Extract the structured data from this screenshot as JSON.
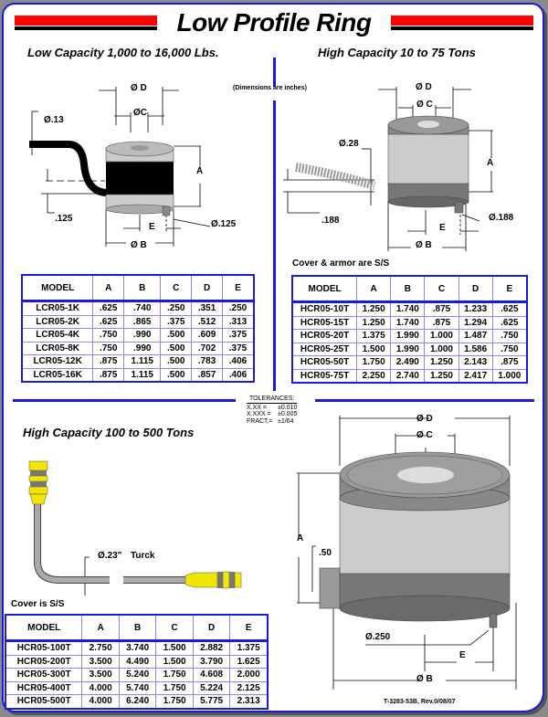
{
  "page": {
    "title": "Low Profile Ring",
    "doc_number": "T-3283-53B, Rev.0/08/07",
    "units_note": "(Dimensions are inches)"
  },
  "tolerances": {
    "heading": "TOLERANCES:",
    "rows": [
      {
        "key": "X.XX =",
        "value": "±0.010"
      },
      {
        "key": "X.XXX =",
        "value": "±0.005"
      },
      {
        "key": "FRACT.=",
        "value": "±1/64"
      }
    ]
  },
  "low_capacity": {
    "title": "Low Capacity 1,000 to 16,000 Lbs.",
    "labels": {
      "d": "Ø D",
      "c": "ØC",
      "cable": "Ø.13",
      "a": "A",
      "offset": ".125",
      "e": "E",
      "pin": "Ø.125",
      "b": "Ø B"
    },
    "colors": {
      "body": "#000000",
      "base": "#cccccc",
      "cap": "#b5b5b5"
    },
    "table": {
      "headers": [
        "MODEL",
        "A",
        "B",
        "C",
        "D",
        "E"
      ],
      "rows": [
        [
          "LCR05-1K",
          ".625",
          ".740",
          ".250",
          ".351",
          ".250"
        ],
        [
          "LCR05-2K",
          ".625",
          ".865",
          ".375",
          ".512",
          ".313"
        ],
        [
          "LCR05-4K",
          ".750",
          ".990",
          ".500",
          ".609",
          ".375"
        ],
        [
          "LCR05-8K",
          ".750",
          ".990",
          ".500",
          ".702",
          ".375"
        ],
        [
          "LCR05-12K",
          ".875",
          "1.115",
          ".500",
          ".783",
          ".406"
        ],
        [
          "LCR05-16K",
          ".875",
          "1.115",
          ".500",
          ".857",
          ".406"
        ]
      ]
    }
  },
  "high_capacity_small": {
    "title": "High Capacity 10 to 75 Tons",
    "labels": {
      "d": "Ø D",
      "c": "Ø C",
      "cable": "Ø.28",
      "a": "A",
      "offset": ".188",
      "e": "E",
      "pin": "Ø.188",
      "b": "Ø B"
    },
    "note": "Cover & armor are S/S",
    "table": {
      "headers": [
        "MODEL",
        "A",
        "B",
        "C",
        "D",
        "E"
      ],
      "rows": [
        [
          "HCR05-10T",
          "1.250",
          "1.740",
          ".875",
          "1.233",
          ".625"
        ],
        [
          "HCR05-15T",
          "1.250",
          "1.740",
          ".875",
          "1.294",
          ".625"
        ],
        [
          "HCR05-20T",
          "1.375",
          "1.990",
          "1.000",
          "1.487",
          ".750"
        ],
        [
          "HCR05-25T",
          "1.500",
          "1.990",
          "1.000",
          "1.586",
          ".750"
        ],
        [
          "HCR05-50T",
          "1.750",
          "2.490",
          "1.250",
          "2.143",
          ".875"
        ],
        [
          "HCR05-75T",
          "2.250",
          "2.740",
          "1.250",
          "2.417",
          "1.000"
        ]
      ]
    }
  },
  "high_capacity_large": {
    "title": "High Capacity 100 to 500 Tons",
    "cable_label": "Ø.23\"",
    "connector_brand": "Turck",
    "note": "Cover is S/S",
    "labels": {
      "d": "Ø D",
      "c": "Ø C",
      "a": "A",
      "offset": ".50",
      "pin": "Ø.250",
      "e": "E",
      "b": "Ø B"
    },
    "colors": {
      "connector": "#f2e600",
      "cable": "#a8a8a8"
    },
    "table": {
      "headers": [
        "MODEL",
        "A",
        "B",
        "C",
        "D",
        "E"
      ],
      "rows": [
        [
          "HCR05-100T",
          "2.750",
          "3.740",
          "1.500",
          "2.882",
          "1.375"
        ],
        [
          "HCR05-200T",
          "3.500",
          "4.490",
          "1.500",
          "3.790",
          "1.625"
        ],
        [
          "HCR05-300T",
          "3.500",
          "5.240",
          "1.750",
          "4.608",
          "2.000"
        ],
        [
          "HCR05-400T",
          "4.000",
          "5.740",
          "1.750",
          "5.224",
          "2.125"
        ],
        [
          "HCR05-500T",
          "4.000",
          "6.240",
          "1.750",
          "5.775",
          "2.313"
        ]
      ]
    }
  },
  "theme": {
    "accent": "#1a1adc",
    "stripe": "#ff0000"
  }
}
